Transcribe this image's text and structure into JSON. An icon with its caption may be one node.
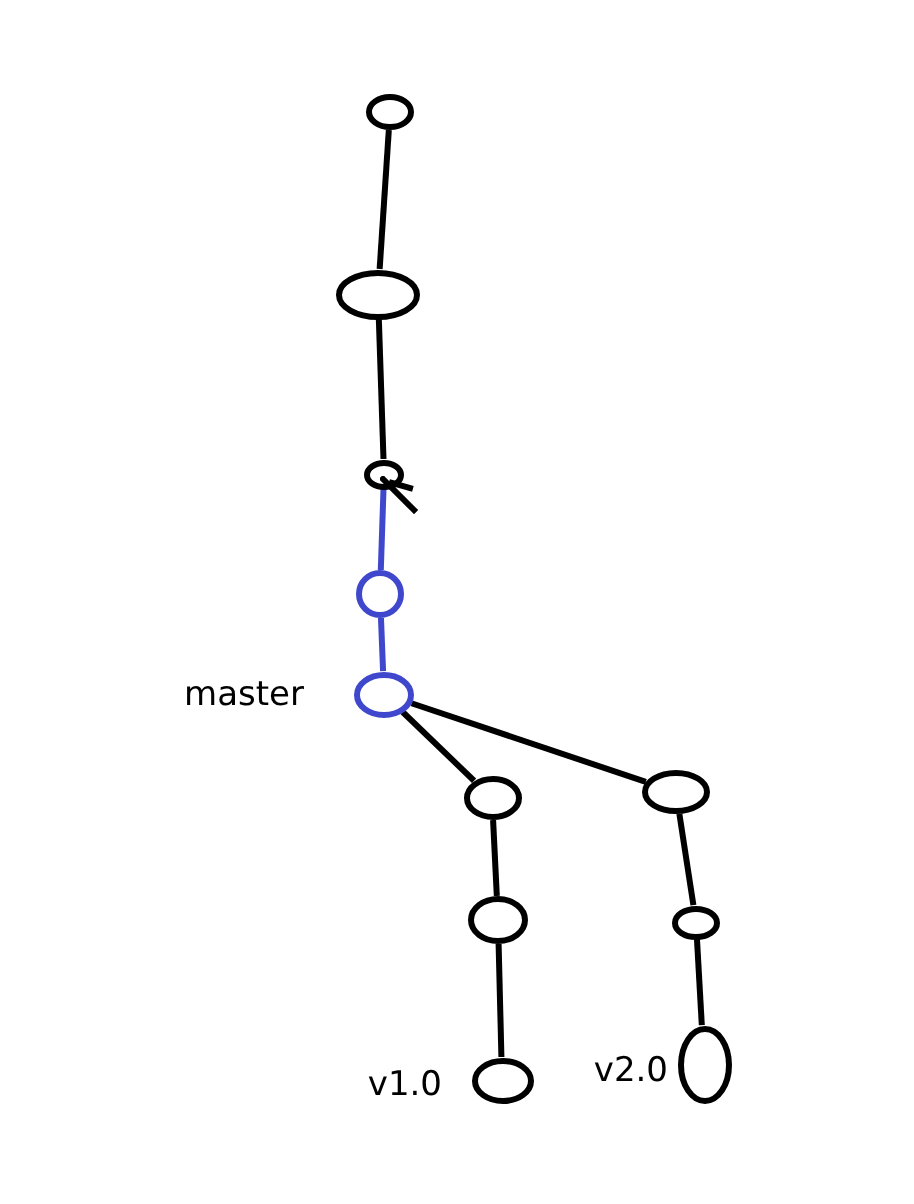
{
  "diagram": {
    "nodes": [
      {
        "text": [],
        "shape": "ellipse"
      },
      {
        "text": [],
        "shape": "ellipse"
      },
      {
        "text": [],
        "shape": "ellipse"
      },
      {
        "text": [],
        "shape": "circle"
      },
      {
        "text": [],
        "shape": "ellipse",
        "beside": [
          "master"
        ]
      },
      {
        "text": [],
        "shape": "ellipse"
      },
      {
        "text": [],
        "shape": "ellipse"
      },
      {
        "text": [],
        "shape": "ellipse"
      },
      {
        "text": [],
        "shape": "ellipse"
      },
      {
        "text": [],
        "shape": "ellipse",
        "beside": [
          "v1.0"
        ]
      },
      {
        "text": [],
        "shape": "ellipse",
        "beside": [
          "v2.0"
        ]
      }
    ],
    "edges": [
      {
        "from": 0,
        "to": 1,
        "arrow": "none"
      },
      {
        "from": 1,
        "to": 2,
        "arrow": "none"
      },
      {
        "from": 2,
        "to": 3,
        "arrow": "none",
        "color": "#3f48cc"
      },
      {
        "from": 3,
        "to": 4,
        "arrow": "none",
        "color": "#3f48cc"
      },
      {
        "from": 4,
        "to": 5,
        "arrow": "none"
      },
      {
        "from": 4,
        "to": 6,
        "arrow": "none"
      },
      {
        "from": 5,
        "to": 7,
        "arrow": "none"
      },
      {
        "from": 7,
        "to": 9,
        "arrow": "none"
      },
      {
        "from": 6,
        "to": 8,
        "arrow": "none"
      },
      {
        "from": 8,
        "to": 10,
        "arrow": "none"
      }
    ]
  }
}
